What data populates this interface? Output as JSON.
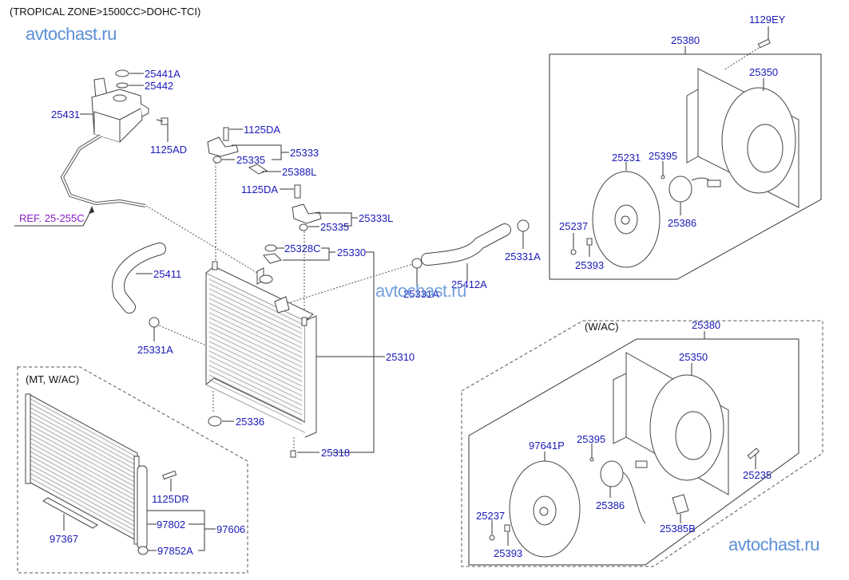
{
  "header": {
    "title": "(TROPICAL ZONE>1500CC>DOHC-TCI)"
  },
  "watermarks": {
    "top_left": "avtochast.ru",
    "center": "avtochast.ru",
    "bottom_right": "avtochast.ru"
  },
  "reference": {
    "label": "REF. 25-255C"
  },
  "groups": {
    "condenser": {
      "label": "(MT, W/AC)"
    },
    "fan_wac": {
      "label": "(W/AC)"
    }
  },
  "colors": {
    "part_label": "#1a1ab8",
    "reference_label": "#8a1ec8",
    "watermark": "#5b8fd6"
  },
  "labels": {
    "p25441A": "25441A",
    "p25442": "25442",
    "p25431": "25431",
    "p1125AD": "1125AD",
    "p1125DA_1": "1125DA",
    "p25333": "25333",
    "p25335_1": "25335",
    "p25388L": "25388L",
    "p1125DA_2": "1125DA",
    "p25333L": "25333L",
    "p25335_2": "25335",
    "p25328C": "25328C",
    "p25330": "25330",
    "p25411": "25411",
    "p25331A_1": "25331A",
    "p25331A_2": "25331A",
    "p25331A_3": "25331A",
    "p25412A": "25412A",
    "p25310": "25310",
    "p25336": "25336",
    "p25318": "25318",
    "p1125DR": "1125DR",
    "p97802": "97802",
    "p97606": "97606",
    "p97367": "97367",
    "p97852A": "97852A",
    "p1129EY": "1129EY",
    "p25380_1": "25380",
    "p25350_1": "25350",
    "p25231": "25231",
    "p25395_1": "25395",
    "p25237_1": "25237",
    "p25386_1": "25386",
    "p25393_1": "25393",
    "p25380_2": "25380",
    "p25350_2": "25350",
    "p97641P": "97641P",
    "p25395_2": "25395",
    "p25235": "25235",
    "p25237_2": "25237",
    "p25386_2": "25386",
    "p25385B": "25385B",
    "p25393_2": "25393"
  }
}
